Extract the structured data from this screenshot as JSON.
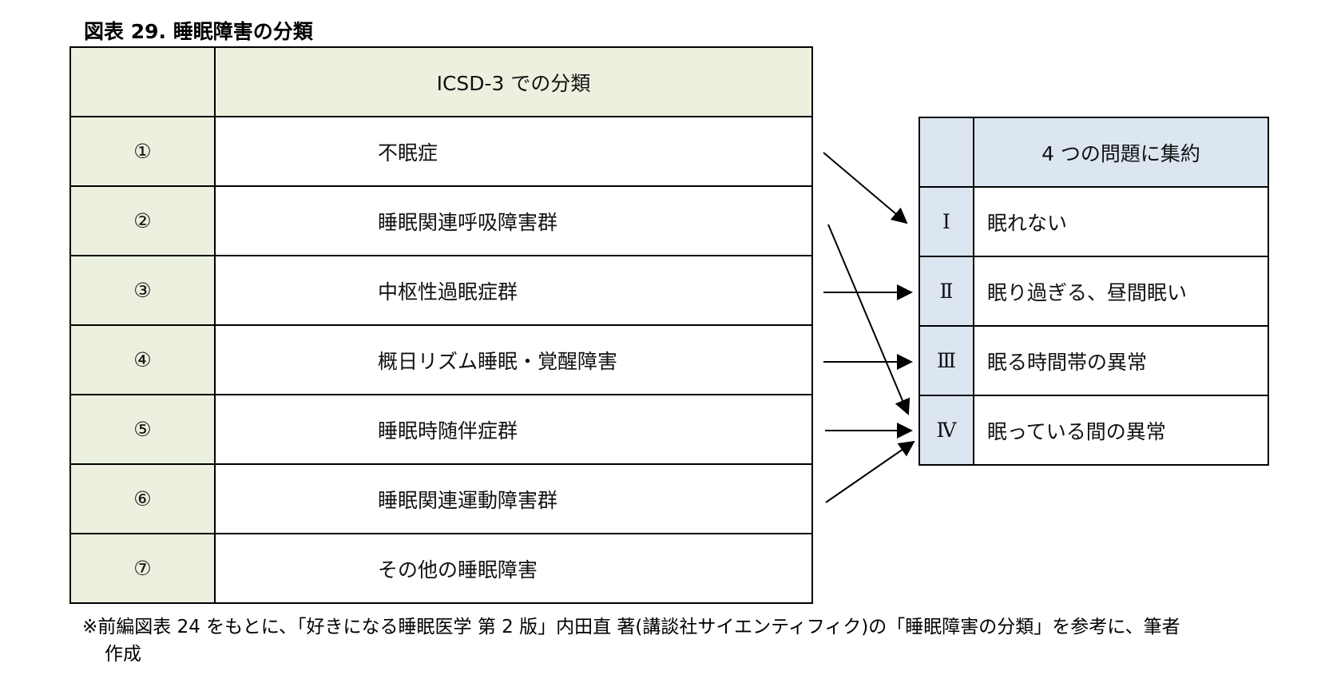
{
  "title": "図表 29. 睡眠障害の分類",
  "left_table": {
    "header": "ICSD-3 での分類",
    "rows": [
      {
        "num": "①",
        "name": "不眠症"
      },
      {
        "num": "②",
        "name": "睡眠関連呼吸障害群"
      },
      {
        "num": "③",
        "name": "中枢性過眠症群"
      },
      {
        "num": "④",
        "name": "概日リズム睡眠・覚醒障害"
      },
      {
        "num": "⑤",
        "name": "睡眠時随伴症群"
      },
      {
        "num": "⑥",
        "name": "睡眠関連運動障害群"
      },
      {
        "num": "⑦",
        "name": "その他の睡眠障害"
      }
    ]
  },
  "right_table": {
    "header": "4 つの問題に集約",
    "rows": [
      {
        "roman": "Ⅰ",
        "label": "眠れない"
      },
      {
        "roman": "Ⅱ",
        "label": "眠り過ぎる、昼間眠い"
      },
      {
        "roman": "Ⅲ",
        "label": "眠る時間帯の異常"
      },
      {
        "roman": "Ⅳ",
        "label": "眠っている間の異常"
      }
    ]
  },
  "mappings": [
    {
      "from": "①",
      "to": "Ⅰ"
    },
    {
      "from": "②",
      "to": "Ⅳ"
    },
    {
      "from": "③",
      "to": "Ⅱ"
    },
    {
      "from": "④",
      "to": "Ⅲ"
    },
    {
      "from": "⑤",
      "to": "Ⅳ"
    },
    {
      "from": "⑥",
      "to": "Ⅳ"
    }
  ],
  "footnote": {
    "line1": "※前編図表 24 をもとに、「好きになる睡眠医学 第 2 版」内田直 著(講談社サイエンティフィク)の「睡眠障害の分類」を参考に、筆者",
    "line2": "作成"
  },
  "colors": {
    "left_fill": "#ebf1de",
    "right_fill": "#dce6f1",
    "line": "#000000"
  }
}
